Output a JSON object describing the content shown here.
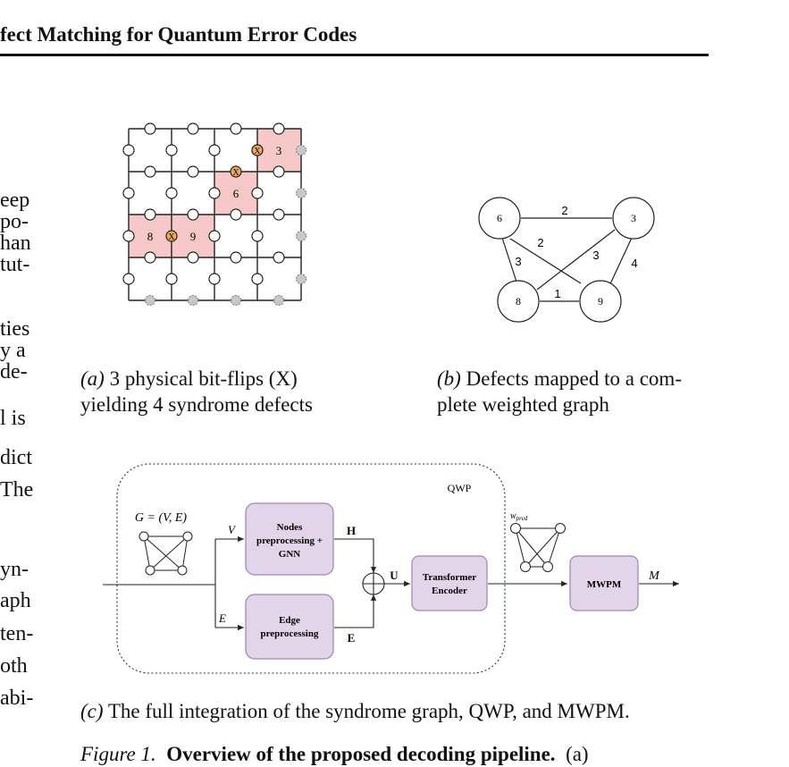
{
  "header": {
    "running_title": "fect Matching for Quantum Error Codes"
  },
  "body_lines": [
    "eep",
    "po-",
    "han",
    "tut-",
    "ties",
    "y a",
    "de-",
    "l is",
    "dict",
    "The",
    "yn-",
    "aph",
    "ten-",
    "oth",
    "abi-"
  ],
  "panel_a": {
    "defect_labels": [
      "3",
      "6",
      "8",
      "9"
    ],
    "flip_label": "X",
    "caption_tag": "(a)",
    "caption_line1": "3 physical bit-flips (X)",
    "caption_line2": "yielding 4 syndrome defects",
    "colors": {
      "defect_fill": "#f6c8c8",
      "defect_stroke": "#e49b9b",
      "flip_fill": "#f1a85a",
      "boundary_fill": "#c8c8c8"
    }
  },
  "panel_b": {
    "nodes": [
      "6",
      "3",
      "8",
      "9"
    ],
    "edges": [
      {
        "from": "6",
        "to": "3",
        "weight": "2"
      },
      {
        "from": "6",
        "to": "9",
        "weight": "2"
      },
      {
        "from": "6",
        "to": "8",
        "weight": "3"
      },
      {
        "from": "3",
        "to": "8",
        "weight": "3"
      },
      {
        "from": "3",
        "to": "9",
        "weight": "4"
      },
      {
        "from": "8",
        "to": "9",
        "weight": "1"
      }
    ],
    "caption_tag": "(b)",
    "caption_line1": "Defects mapped to a com-",
    "caption_line2": "plete weighted graph"
  },
  "panel_c": {
    "qwp_label": "QWP",
    "graph_label": "G = (V, E)",
    "v_label": "V",
    "e_label": "E",
    "h_label": "H",
    "u_label": "U",
    "ebold_label": "E",
    "wpred_label": "w",
    "wpred_sub": "pred",
    "m_label": "M",
    "nodes_box": [
      "Nodes",
      "preprocessing +",
      "GNN"
    ],
    "edge_box": [
      "Edge",
      "preprocessing"
    ],
    "transformer_box": [
      "Transformer",
      "Encoder"
    ],
    "mwpm_box": "MWPM",
    "colors": {
      "box_fill": "#e2d5ea",
      "box_stroke": "#9e86ad"
    },
    "caption_tag": "(c)",
    "caption_text": "The full integration of the syndrome graph, QWP, and MWPM."
  },
  "figure_caption": {
    "tag": "Figure 1.",
    "title": "Overview of the proposed decoding pipeline.",
    "tail": "(a)"
  }
}
